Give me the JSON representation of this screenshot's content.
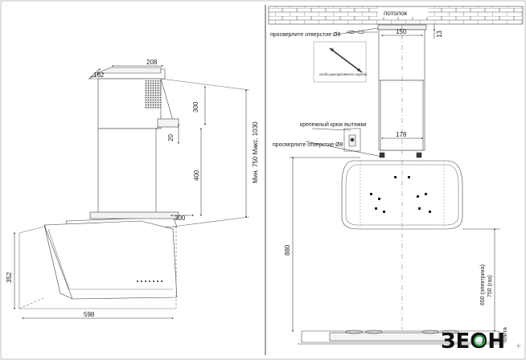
{
  "left_view": {
    "dims": {
      "d162": "162",
      "d208": "208",
      "d300": "300",
      "d20": "20",
      "d400": "400",
      "d300b": "300",
      "range": "Мин. 750  Макс. 1030",
      "d352": "352",
      "d598": "598"
    }
  },
  "right_view": {
    "ceiling": "потолок",
    "drill_top": "просверлите отверстие Ø8",
    "bracket_note": "скоба декоративного короба",
    "d150": "150",
    "d13": "13",
    "hook_label": "крепежный крюк вытяжки",
    "drill_mid": "просверлите отверстие Ø8",
    "d178": "178",
    "d880": "880",
    "d650": "650 (электрика)",
    "d750": "750 (газ)",
    "stove_label": "плита"
  },
  "logo": {
    "text": "ЗЕОН",
    "suffix": "+"
  },
  "colors": {
    "line": "#444444",
    "logo_green": "#2bb24c"
  }
}
